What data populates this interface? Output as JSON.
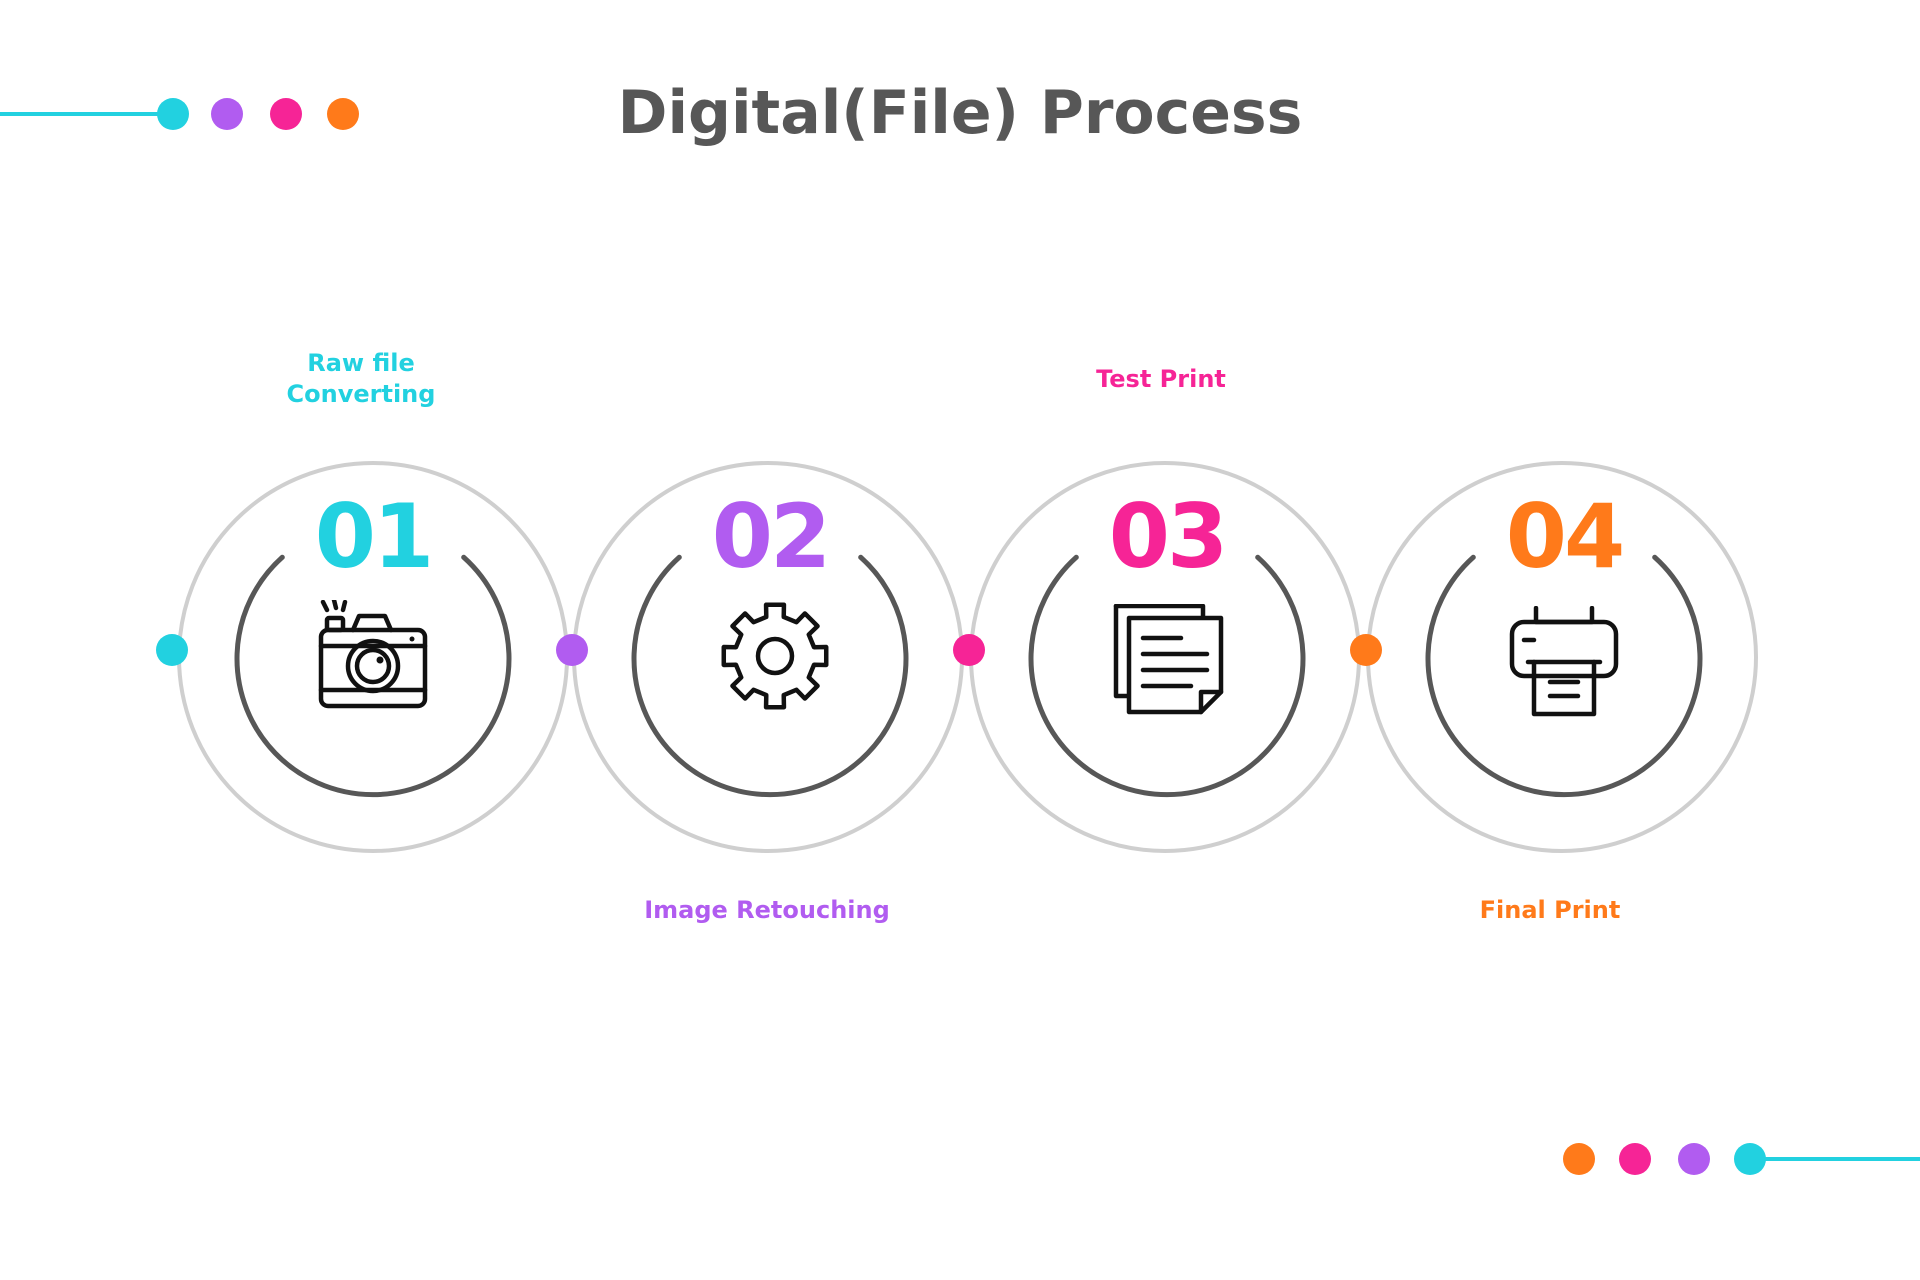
{
  "title": "Digital(File) Process",
  "colors": {
    "cyan": "#22d1e0",
    "purple": "#b15cf0",
    "pink": "#f62496",
    "orange": "#ff7a1a",
    "title_gray": "#575757",
    "ring_gray": "#cfcfcf",
    "arc_dark": "#575757"
  },
  "steps": [
    {
      "number": "01",
      "label": "Raw file\nConverting",
      "icon": "camera-icon",
      "color": "#22d1e0",
      "label_position": "top"
    },
    {
      "number": "02",
      "label": "Image Retouching",
      "icon": "gear-icon",
      "color": "#b15cf0",
      "label_position": "bottom"
    },
    {
      "number": "03",
      "label": "Test Print",
      "icon": "documents-icon",
      "color": "#f62496",
      "label_position": "top"
    },
    {
      "number": "04",
      "label": "Final Print",
      "icon": "printer-icon",
      "color": "#ff7a1a",
      "label_position": "bottom"
    }
  ]
}
